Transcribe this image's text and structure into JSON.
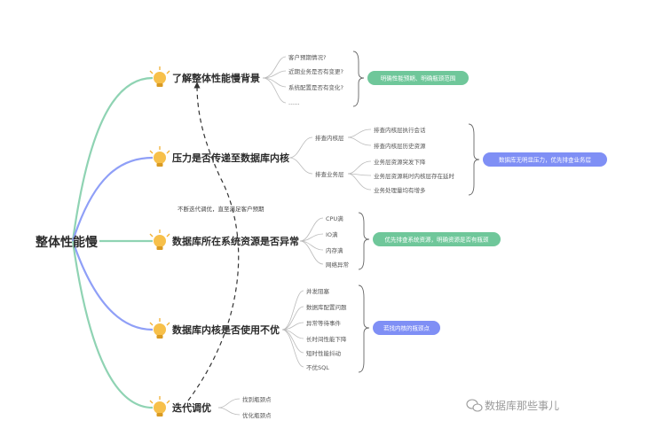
{
  "root": {
    "label": "整体性能慢"
  },
  "colors": {
    "green": "#8fd3b3",
    "blue": "#8f9ff7",
    "bulb": "#f7c04a",
    "pill_green": "#6fc79a",
    "pill_blue": "#7f8ff5"
  },
  "branches": [
    {
      "label": "了解整体性能慢背景",
      "items": [
        "客户预期情况?",
        "近期业务是否有变更?",
        "系统配置是否有变化?",
        "......"
      ],
      "summary": "明确性能预期、明确瓶颈范围"
    },
    {
      "label": "压力是否传递至数据库内核",
      "groups": [
        {
          "label": "排查内核层",
          "items": [
            "排查内核层执行会话",
            "排查内核层历史资源"
          ]
        },
        {
          "label": "排查业务层",
          "items": [
            "业务层资源突发下降",
            "业务层资源耗时内核层存在延时",
            "业务处理量均有增多"
          ]
        }
      ],
      "summary": "数据库无明显压力，优先排查业务层"
    },
    {
      "label": "数据库所在系统资源是否异常",
      "items": [
        "CPU满",
        "IO满",
        "内存满",
        "网络异常"
      ],
      "summary": "优先排查系统资源，明确资源是否有瓶颈"
    },
    {
      "label": "数据库内核是否使用不优",
      "items": [
        "并发阻塞",
        "数据库配置问题",
        "异常等待事件",
        "长时间性能下降",
        "短时性能抖动",
        "不优SQL"
      ],
      "summary": "若找内核的瓶颈点"
    },
    {
      "label": "迭代调优",
      "items": [
        "找到瓶颈点",
        "优化瓶颈点"
      ]
    }
  ],
  "loop_note": "不断迭代调优，直至满足客户预期",
  "watermark": "数据库那些事儿",
  "watermark_icon": "wechat-icon"
}
